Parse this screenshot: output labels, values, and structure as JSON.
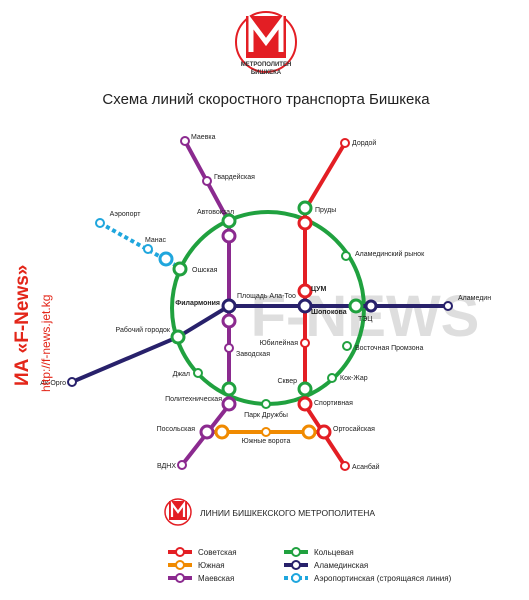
{
  "header": {
    "logo_text_line1": "МЕТРОПОЛИТЕН",
    "logo_text_line2": "БИШКЕКА",
    "logo_letter": "М",
    "title": "Схема линий скоростного транспорта Бишкека"
  },
  "watermark": {
    "agency": "ИА «F-News»",
    "url": "http://f-news.jet.kg",
    "overlay": "F-NEWS"
  },
  "colors": {
    "red": "#e31e24",
    "orange": "#f08a00",
    "purple": "#8b2a8f",
    "green": "#20a13f",
    "navy": "#28216b",
    "cyan": "#1fa6dd",
    "watermark_red": "#e32619"
  },
  "stations": {
    "dordoy": "Дордой",
    "prudy": "Пруды",
    "tsum": "ЦУМ",
    "yubileynaya": "Юбилейная",
    "skver": "Сквер",
    "sportivnaya": "Спортивная",
    "ortosayskaya": "Ортосайская",
    "asanbay": "Асанбай",
    "maevka": "Маевка",
    "gvardeyskaya": "Гвардейская",
    "avtovokzal": "Автовокзал",
    "ploschad_ala_too": "Площадь Ала-Тоо",
    "zavodskaya": "Заводская",
    "politehnicheskaya": "Политехническая",
    "posolskaya": "Посольская",
    "vdnh": "ВДНХ",
    "yuzhnye_vorota": "Южные ворота",
    "alamedinskiy_rynok": "Аламединский рынок",
    "shopokova": "Шопокова",
    "vostochnaya_promzona": "Восточная Промзона",
    "kok_zhar": "Кок-Жар",
    "park_druzhby": "Парк Дружбы",
    "dzhal": "Джал",
    "rabochiy_gorodok": "Рабочий городок",
    "oshskaya": "Ошская",
    "filarmoniya": "Филармония",
    "ak_orgo": "Ак-Орго",
    "alamedin": "Аламедин",
    "tets": "ТЭЦ",
    "aeroport": "Аэропорт",
    "manas": "Манас"
  },
  "legend": {
    "title": "ЛИНИИ БИШКЕКСКОГО МЕТРОПОЛИТЕНА",
    "items": [
      {
        "label": "Советская",
        "color": "red"
      },
      {
        "label": "Южная",
        "color": "orange"
      },
      {
        "label": "Маевская",
        "color": "purple"
      },
      {
        "label": "Кольцевая",
        "color": "green"
      },
      {
        "label": "Аламединская",
        "color": "navy"
      },
      {
        "label": "Аэропортинская (строящаяся линия)",
        "color": "cyan"
      }
    ]
  }
}
